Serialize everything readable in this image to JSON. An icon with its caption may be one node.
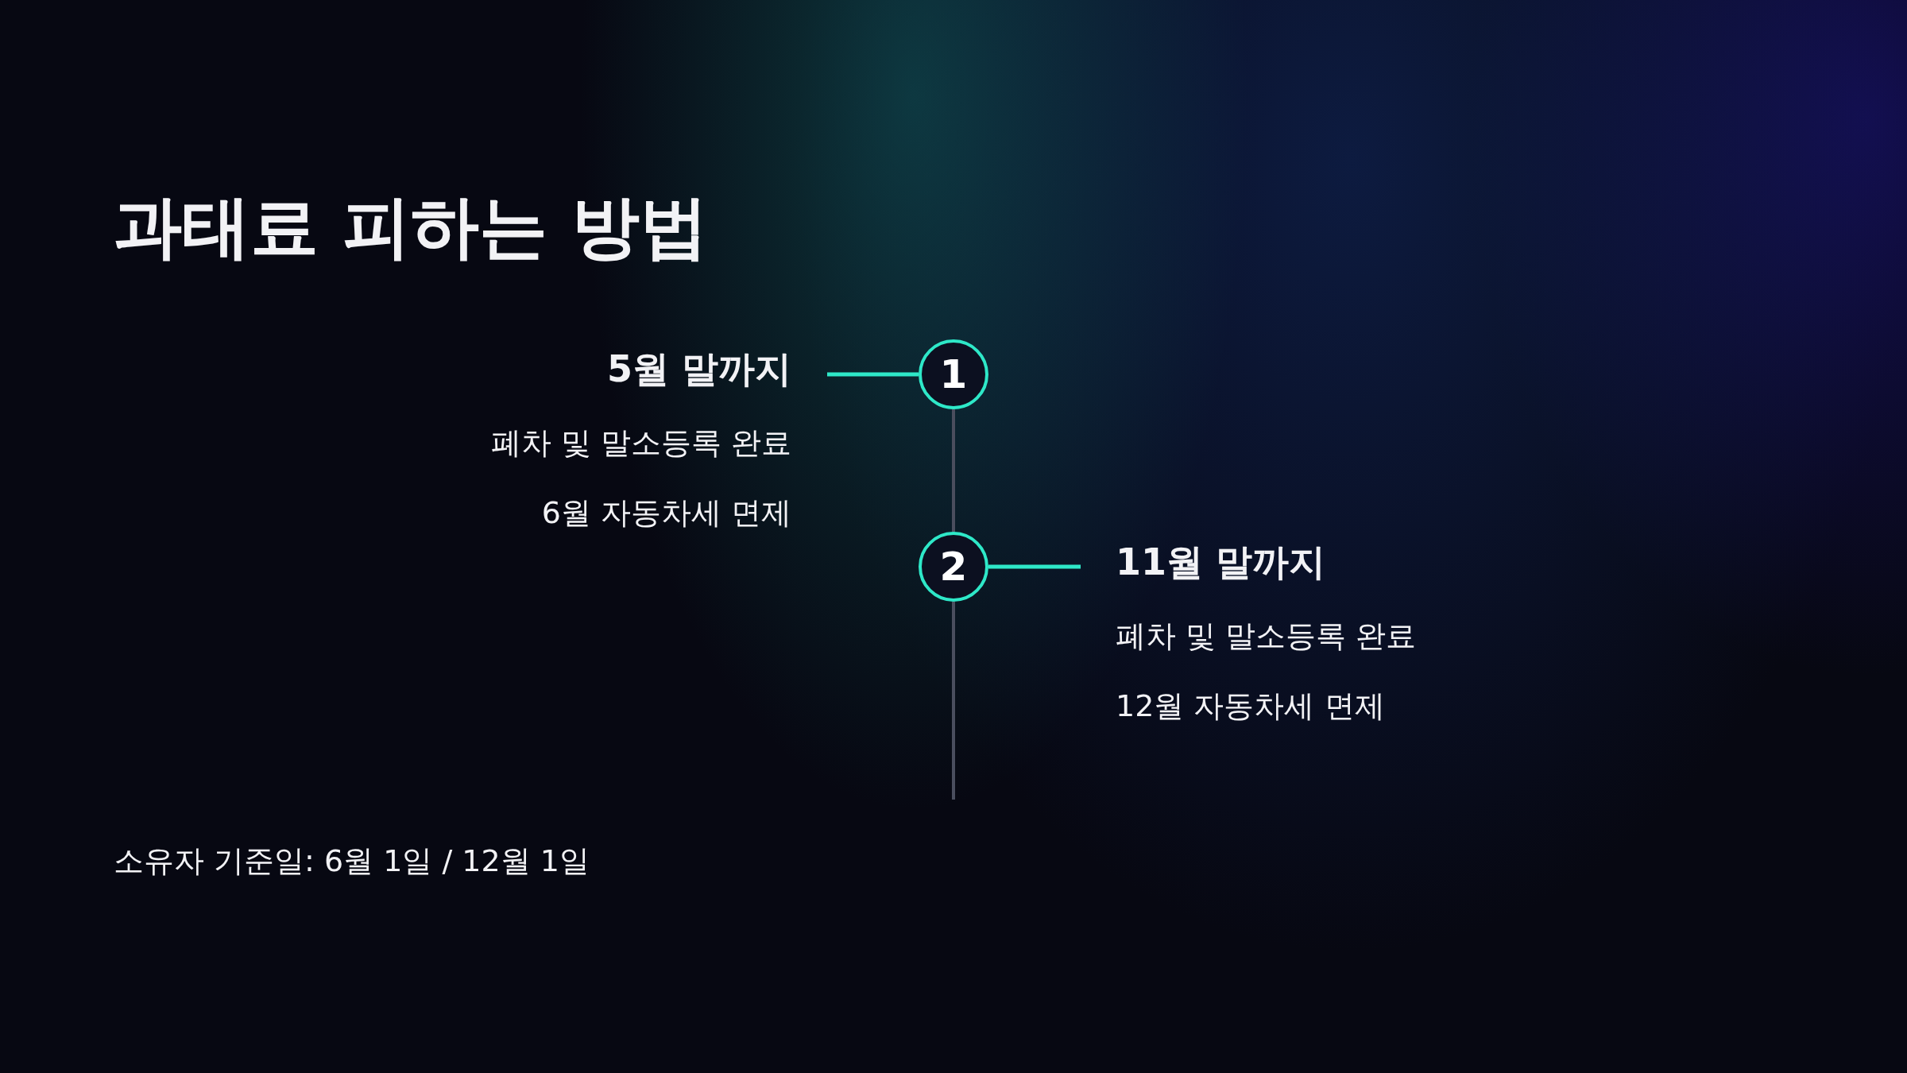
{
  "diagram": {
    "title": "과태료 피하는 방법",
    "nodes": [
      {
        "text": [
          "5월 말까지",
          "폐차 및 말소등록 완료",
          "6월 자동차세 면제"
        ]
      },
      {
        "text": [
          "1"
        ]
      },
      {
        "text": [
          "2"
        ]
      },
      {
        "text": [
          "11월 말까지",
          "폐차 및 말소등록 완료",
          "12월 자동차세 면제"
        ]
      }
    ],
    "edges": [
      {
        "from": 0,
        "to": 1,
        "arrow": "none",
        "color": "#2ee8c8"
      },
      {
        "from": 1,
        "to": 2,
        "arrow": "none",
        "color": "#4a4e5e"
      },
      {
        "from": 2,
        "to": 3,
        "arrow": "none",
        "color": "#2ee8c8"
      },
      {
        "from": 2,
        "to": null,
        "arrow": "none",
        "color": "#4a4e5e"
      }
    ],
    "labels": [
      "소유자 기준일: 6월 1일 / 12월 1일"
    ]
  }
}
